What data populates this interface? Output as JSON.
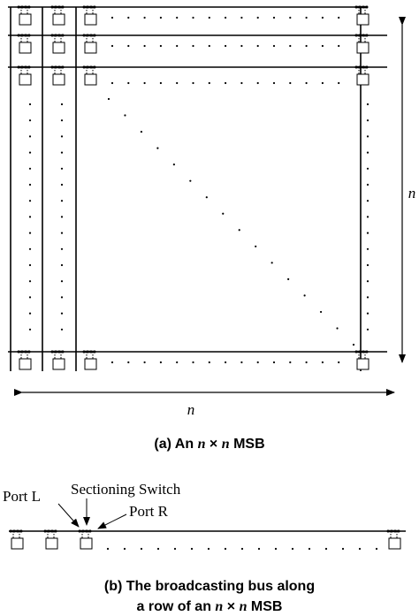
{
  "figure_a": {
    "dimension_right": "n",
    "dimension_bottom": "n",
    "caption_prefix": "(a) An ",
    "caption_var1": "n",
    "caption_times": "×",
    "caption_var2": "n",
    "caption_suffix": " MSB"
  },
  "figure_b": {
    "port_left_label": "Port L",
    "switch_label": "Sectioning Switch",
    "port_right_label": "Port R",
    "caption_line1": "(b) The broadcasting bus along",
    "caption_line2_prefix": "a row of an ",
    "caption_line2_var1": "n",
    "caption_line2_times": "×",
    "caption_line2_var2": "n",
    "caption_line2_suffix": " MSB"
  },
  "colors": {
    "ink": "#000000",
    "background": "#ffffff"
  }
}
